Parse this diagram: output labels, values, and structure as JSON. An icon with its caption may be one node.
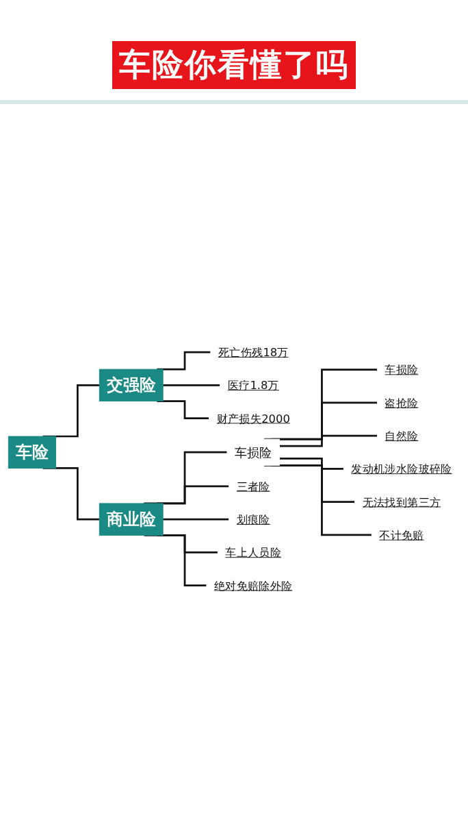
{
  "diagram": {
    "title": "车险你看懂了吗",
    "nodes": [
      {
        "text": [
          "车险"
        ]
      },
      {
        "text": [
          "交强险"
        ]
      },
      {
        "text": [
          "死亡伤残18万"
        ]
      },
      {
        "text": [
          "医疗1.8万"
        ]
      },
      {
        "text": [
          "财产损失2000"
        ]
      },
      {
        "text": [
          "商业险"
        ]
      },
      {
        "text": [
          "车损险"
        ]
      },
      {
        "text": [
          "车损险"
        ]
      },
      {
        "text": [
          "盗抢险"
        ]
      },
      {
        "text": [
          "自然险"
        ]
      },
      {
        "text": [
          "发动机涉水险玻碎险"
        ]
      },
      {
        "text": [
          "无法找到第三方"
        ]
      },
      {
        "text": [
          "不计免赔"
        ]
      },
      {
        "text": [
          "三者险"
        ]
      },
      {
        "text": [
          "划痕险"
        ]
      },
      {
        "text": [
          "车上人员险"
        ]
      },
      {
        "text": [
          "绝对免赔除外险"
        ]
      }
    ],
    "edges": [
      {
        "from": 0,
        "to": 1,
        "arrow": "none"
      },
      {
        "from": 0,
        "to": 5,
        "arrow": "none"
      },
      {
        "from": 1,
        "to": 2,
        "arrow": "none"
      },
      {
        "from": 1,
        "to": 3,
        "arrow": "none"
      },
      {
        "from": 1,
        "to": 4,
        "arrow": "none"
      },
      {
        "from": 5,
        "to": 6,
        "arrow": "none"
      },
      {
        "from": 6,
        "to": 7,
        "arrow": "none"
      },
      {
        "from": 6,
        "to": 8,
        "arrow": "none"
      },
      {
        "from": 6,
        "to": 9,
        "arrow": "none"
      },
      {
        "from": 6,
        "to": 10,
        "arrow": "none"
      },
      {
        "from": 6,
        "to": 11,
        "arrow": "none"
      },
      {
        "from": 6,
        "to": 12,
        "arrow": "none"
      },
      {
        "from": 5,
        "to": 13,
        "arrow": "none"
      },
      {
        "from": 5,
        "to": 14,
        "arrow": "none"
      },
      {
        "from": 5,
        "to": 15,
        "arrow": "none"
      },
      {
        "from": 5,
        "to": 16,
        "arrow": "none"
      }
    ]
  }
}
